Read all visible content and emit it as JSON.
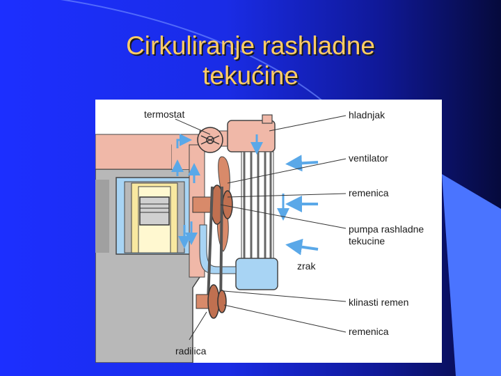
{
  "slide": {
    "title_line1": "Cirkuliranje rashladne",
    "title_line2": "tekućine"
  },
  "diagram": {
    "labels": {
      "termostat": "termostat",
      "hladnjak": "hladnjak",
      "ventilator": "ventilator",
      "remenica_top": "remenica",
      "pumpa_line1": "pumpa rashladne",
      "pumpa_line2": "tekucine",
      "zrak": "zrak",
      "klinasti_remen": "klinasti remen",
      "remenica_bottom": "remenica",
      "radilica": "radilica"
    },
    "colors": {
      "coolant": "#a8d4f4",
      "hot_coolant": "#f0b8a8",
      "arrow": "#5aa8e8",
      "engine": "#b8b8b8",
      "fan": "#d88a6a",
      "cylinder": "#f8e8a0"
    }
  },
  "decorations": {
    "accent_shape": "light-blue-wedge"
  }
}
